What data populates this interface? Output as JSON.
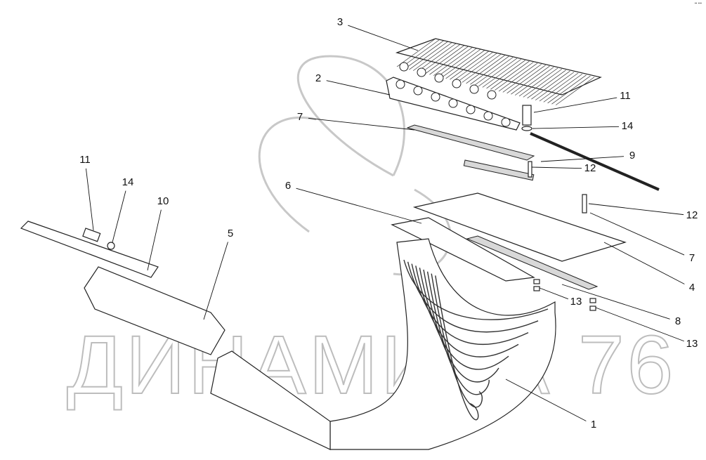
{
  "watermark": "ДИНАМИКА 76",
  "callouts": [
    {
      "n": "3"
    },
    {
      "n": "2"
    },
    {
      "n": "7"
    },
    {
      "n": "11"
    },
    {
      "n": "14"
    },
    {
      "n": "9"
    },
    {
      "n": "12"
    },
    {
      "n": "6"
    },
    {
      "n": "12"
    },
    {
      "n": "7"
    },
    {
      "n": "4"
    },
    {
      "n": "13"
    },
    {
      "n": "8"
    },
    {
      "n": "13"
    },
    {
      "n": "1"
    },
    {
      "n": "5"
    },
    {
      "n": "10"
    },
    {
      "n": "14"
    },
    {
      "n": "11"
    }
  ]
}
